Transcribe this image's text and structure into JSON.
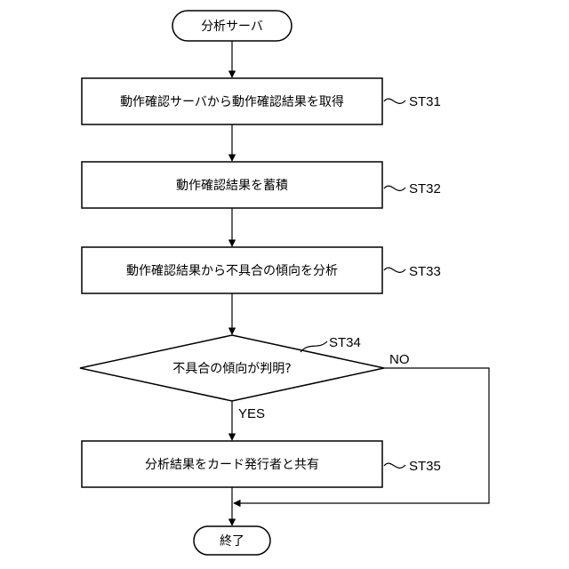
{
  "start": {
    "label": "分析サーバ"
  },
  "steps": [
    {
      "label": "動作確認サーバから動作確認結果を取得",
      "id": "ST31"
    },
    {
      "label": "動作確認結果を蓄積",
      "id": "ST32"
    },
    {
      "label": "動作確認結果から不具合の傾向を分析",
      "id": "ST33"
    },
    {
      "label": "分析結果をカード発行者と共有",
      "id": "ST35"
    }
  ],
  "decision": {
    "label": "不具合の傾向が判明?",
    "id": "ST34",
    "yes": "YES",
    "no": "NO"
  },
  "end": {
    "label": "終了"
  }
}
